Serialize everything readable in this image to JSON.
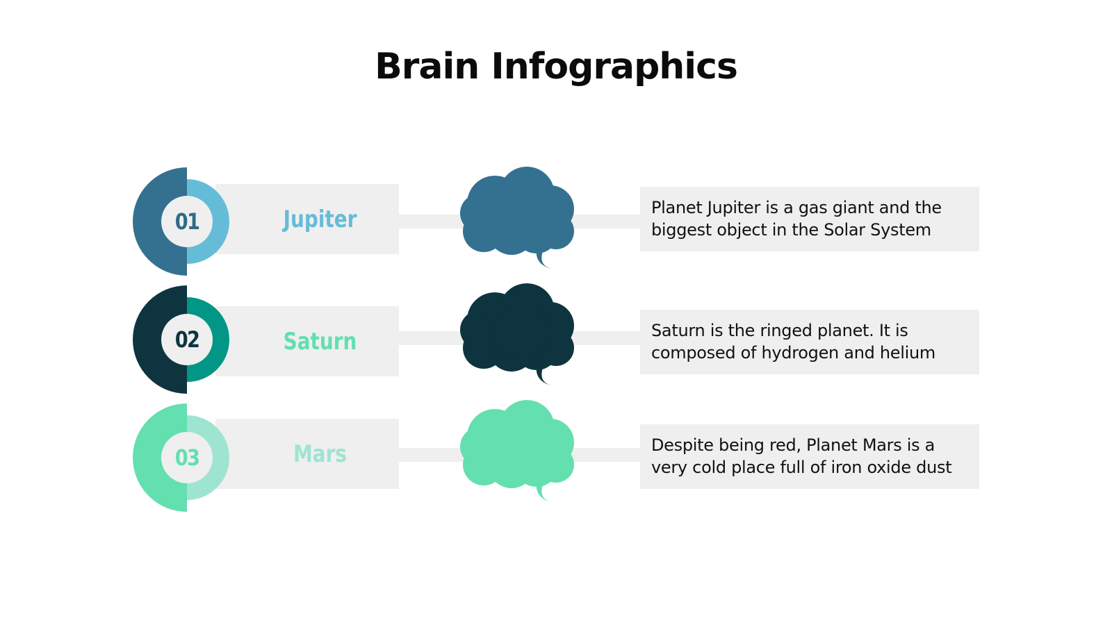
{
  "title": "Brain Infographics",
  "colors": {
    "box_gray": "#efefef",
    "text_dark": "#111111"
  },
  "items": [
    {
      "number": "01",
      "name": "Jupiter",
      "description_lines": [
        "Planet Jupiter is a gas giant and the",
        "biggest object in the Solar System"
      ],
      "colors": {
        "outer": "#347190",
        "inner_ring": "#65bcd7",
        "number": "#2e6b89",
        "name": "#65bcd7",
        "brain": "#347190"
      },
      "icon": "brain-icon"
    },
    {
      "number": "02",
      "name": "Saturn",
      "description_lines": [
        "Saturn is the ringed planet. It is",
        "composed of hydrogen and helium"
      ],
      "colors": {
        "outer": "#0e353f",
        "inner_ring": "#019685",
        "number": "#0e353f",
        "name": "#62dfb0",
        "brain": "#0e353f"
      },
      "icon": "brain-icon"
    },
    {
      "number": "03",
      "name": "Mars",
      "description_lines": [
        "Despite being red, Planet Mars is a",
        "very cold place full of iron oxide dust"
      ],
      "colors": {
        "outer": "#64dfb0",
        "inner_ring": "#9de5d1",
        "number": "#64dfb0",
        "name": "#9de5d1",
        "brain": "#64dfb0"
      },
      "icon": "brain-icon"
    }
  ]
}
